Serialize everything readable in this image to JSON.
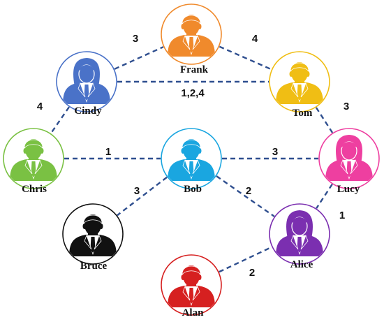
{
  "nodes": [
    {
      "id": "frank",
      "name": "Frank",
      "color": "#f08a2c",
      "gender": "male"
    },
    {
      "id": "cindy",
      "name": "Cindy",
      "color": "#4a72c8",
      "gender": "female"
    },
    {
      "id": "tom",
      "name": "Tom",
      "color": "#f0be14",
      "gender": "male"
    },
    {
      "id": "chris",
      "name": "Chris",
      "color": "#7ac143",
      "gender": "male"
    },
    {
      "id": "bob",
      "name": "Bob",
      "color": "#1aa6e0",
      "gender": "male"
    },
    {
      "id": "lucy",
      "name": "Lucy",
      "color": "#ee3fa0",
      "gender": "female"
    },
    {
      "id": "bruce",
      "name": "Bruce",
      "color": "#111111",
      "gender": "male"
    },
    {
      "id": "alice",
      "name": "Alice",
      "color": "#7b2fb0",
      "gender": "female"
    },
    {
      "id": "alan",
      "name": "Alan",
      "color": "#d62020",
      "gender": "male"
    }
  ],
  "edges": [
    {
      "from": "cindy",
      "to": "frank",
      "label": "3"
    },
    {
      "from": "frank",
      "to": "tom",
      "label": "4"
    },
    {
      "from": "cindy",
      "to": "tom",
      "label": "1,2,4"
    },
    {
      "from": "cindy",
      "to": "chris",
      "label": "4"
    },
    {
      "from": "tom",
      "to": "lucy",
      "label": "3"
    },
    {
      "from": "chris",
      "to": "bob",
      "label": "1"
    },
    {
      "from": "bob",
      "to": "lucy",
      "label": "3"
    },
    {
      "from": "bob",
      "to": "bruce",
      "label": "3"
    },
    {
      "from": "bob",
      "to": "alice",
      "label": "2"
    },
    {
      "from": "lucy",
      "to": "alice",
      "label": "1"
    },
    {
      "from": "alan",
      "to": "alice",
      "label": "2"
    }
  ]
}
